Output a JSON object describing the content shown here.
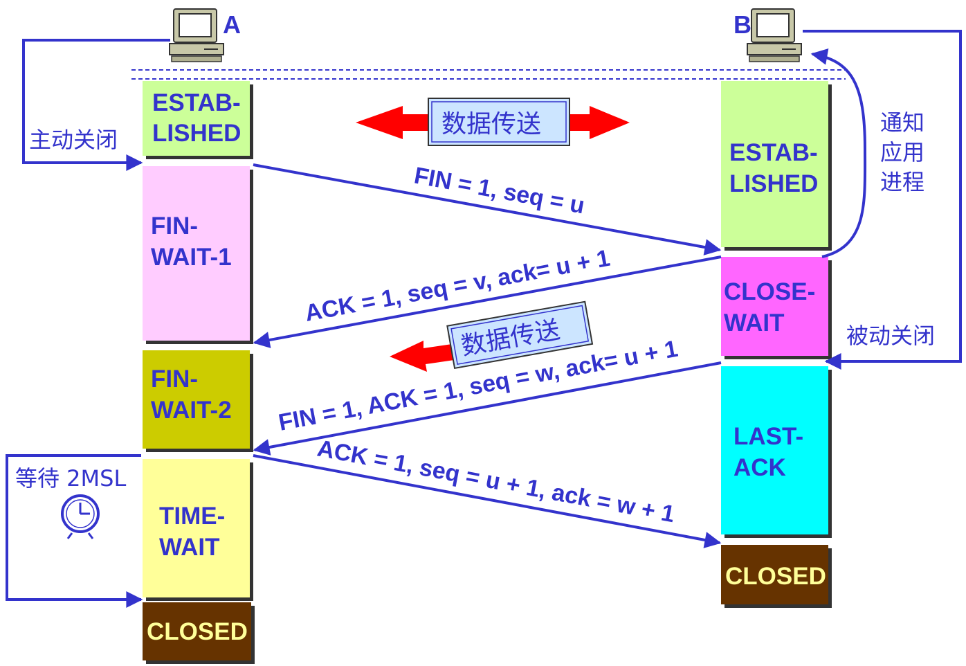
{
  "hosts": {
    "a": "A",
    "b": "B"
  },
  "colors": {
    "line": "#3333cc",
    "established": "#ccff99",
    "fin_wait_1": "#ffccff",
    "fin_wait_2": "#cccc00",
    "time_wait": "#ffff99",
    "closed": "#663300",
    "closed_text": "#ffff99",
    "close_wait": "#ff66ff",
    "last_ack": "#00ffff",
    "data_arrow": "#ff0000",
    "data_box": "#cce5ff"
  },
  "a_states": {
    "established": [
      "ESTAB-",
      "LISHED"
    ],
    "fin_wait_1": [
      "FIN-",
      "WAIT-1"
    ],
    "fin_wait_2": [
      "FIN-",
      "WAIT-2"
    ],
    "time_wait": [
      "TIME-",
      "WAIT"
    ],
    "closed": "CLOSED"
  },
  "b_states": {
    "established": [
      "ESTAB-",
      "LISHED"
    ],
    "close_wait": [
      "CLOSE-",
      "WAIT"
    ],
    "last_ack": [
      "LAST-",
      "ACK"
    ],
    "closed": "CLOSED"
  },
  "messages": {
    "fin1": "FIN = 1, seq = u",
    "ack1": "ACK = 1, seq = v, ack= u + 1",
    "fin2": "FIN = 1, ACK = 1, seq = w, ack= u + 1",
    "ack2": "ACK = 1, seq = u + 1, ack = w + 1"
  },
  "labels": {
    "active_close": "主动关闭",
    "passive_close": "被动关闭",
    "notify_app": [
      "通知",
      "应用",
      "进程"
    ],
    "wait_2msl": "等待 2MSL",
    "data_transfer": "数据传送"
  },
  "icons": {
    "computer": "computer-icon",
    "clock": "clock-icon"
  }
}
